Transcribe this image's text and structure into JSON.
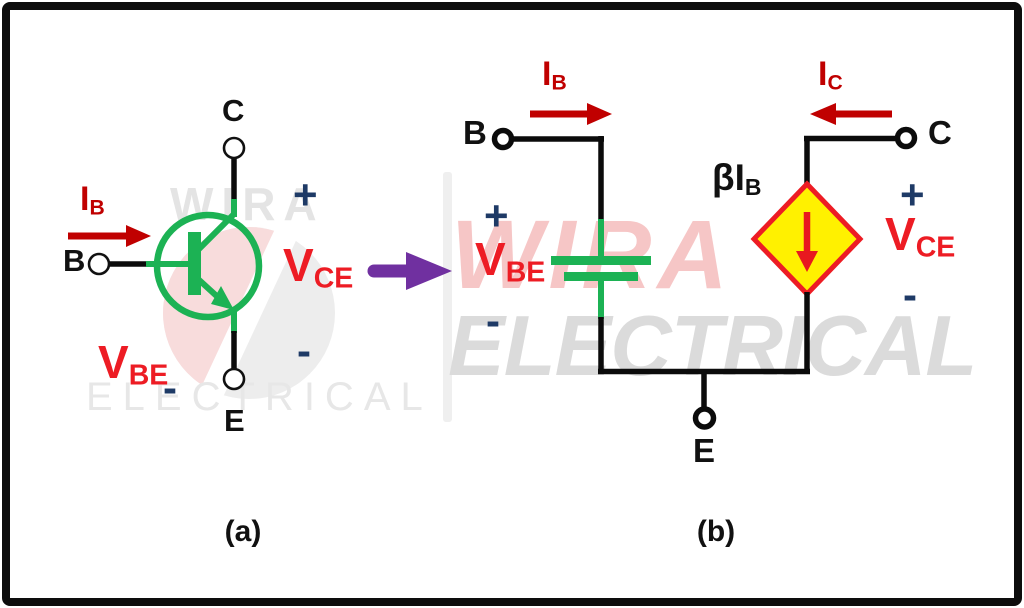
{
  "figure_a": {
    "caption": "(a)",
    "terminals": {
      "collector": "C",
      "base": "B",
      "emitter": "E"
    },
    "base_current": {
      "base": "I",
      "sub": "B"
    },
    "vbe": {
      "base": "V",
      "sub": "BE"
    },
    "vce": {
      "base": "V",
      "sub": "CE"
    }
  },
  "figure_b": {
    "caption": "(b)",
    "terminals": {
      "collector": "C",
      "base": "B",
      "emitter": "E"
    },
    "base_current": {
      "base": "I",
      "sub": "B"
    },
    "collector_current": {
      "base": "I",
      "sub": "C"
    },
    "dependent_source": {
      "base": "βI",
      "sub": "B"
    },
    "vbe": {
      "base": "V",
      "sub": "BE"
    },
    "vce": {
      "base": "V",
      "sub": "CE"
    }
  },
  "signs": {
    "plus": "+",
    "minus": "-"
  },
  "watermark": {
    "left": {
      "line1": "WIRA",
      "line2": "ELECTRICAL"
    },
    "right": {
      "line1": "WIRA",
      "line2": "ELECTRICAL"
    }
  },
  "colors": {
    "transistor_green": "#1cb254",
    "current_arrow_dark_red": "#c00000",
    "voltage_label_red": "#ed1c24",
    "polarity_navy": "#1e3a66",
    "source_fill_yellow": "#fff100",
    "source_border_red": "#ed1c24",
    "transform_arrow_purple": "#7030a0",
    "wire_black": "#0b0b0b",
    "watermark_gray": "#e4e4e4",
    "watermark_pink": "#f6c6c6"
  }
}
